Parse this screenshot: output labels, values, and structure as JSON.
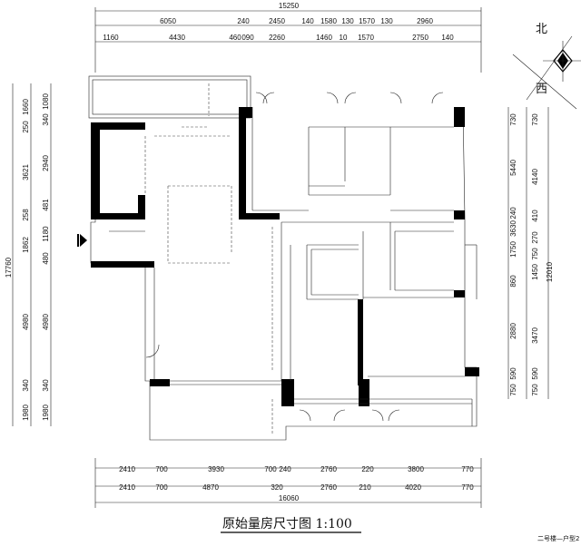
{
  "title": "原始量房尺寸图   1:100",
  "footer_note": "二号楼—户型2",
  "compass": {
    "north": "北",
    "west": "西"
  },
  "top_dims": {
    "overall": "15250",
    "row1": [
      "6050",
      "240",
      "2450",
      "140",
      "1580",
      "130",
      "1570",
      "130",
      "2960"
    ],
    "row2": [
      "1160",
      "4430",
      "460",
      "090",
      "2260",
      "1460",
      "10",
      "1570",
      "2750",
      "140"
    ]
  },
  "bottom_dims": {
    "row1": [
      "2410",
      "700",
      "3930",
      "700",
      "240",
      "2760",
      "220",
      "3800",
      "770"
    ],
    "row2": [
      "2410",
      "700",
      "4870",
      "320",
      "2760",
      "210",
      "4020",
      "770"
    ],
    "overall": "16060"
  },
  "left_dims": {
    "overall": "17760",
    "outer": [
      "1660",
      "250",
      "3621",
      "258",
      "1862",
      "4980",
      "340",
      "1980"
    ],
    "inner": [
      "1080",
      "340",
      "2940",
      "481",
      "1180",
      "480",
      "4980",
      "340",
      "1980"
    ]
  },
  "right_dims": {
    "overall": "12010",
    "outer": [
      "730",
      "5440",
      "240",
      "3630",
      "1750",
      "860",
      "2880",
      "590",
      "750"
    ],
    "inner": [
      "730",
      "4140",
      "410",
      "270",
      "750",
      "1450",
      "3470",
      "590",
      "750"
    ]
  },
  "colors": {
    "wall": "#000000",
    "line": "#222222",
    "background": "#ffffff"
  }
}
